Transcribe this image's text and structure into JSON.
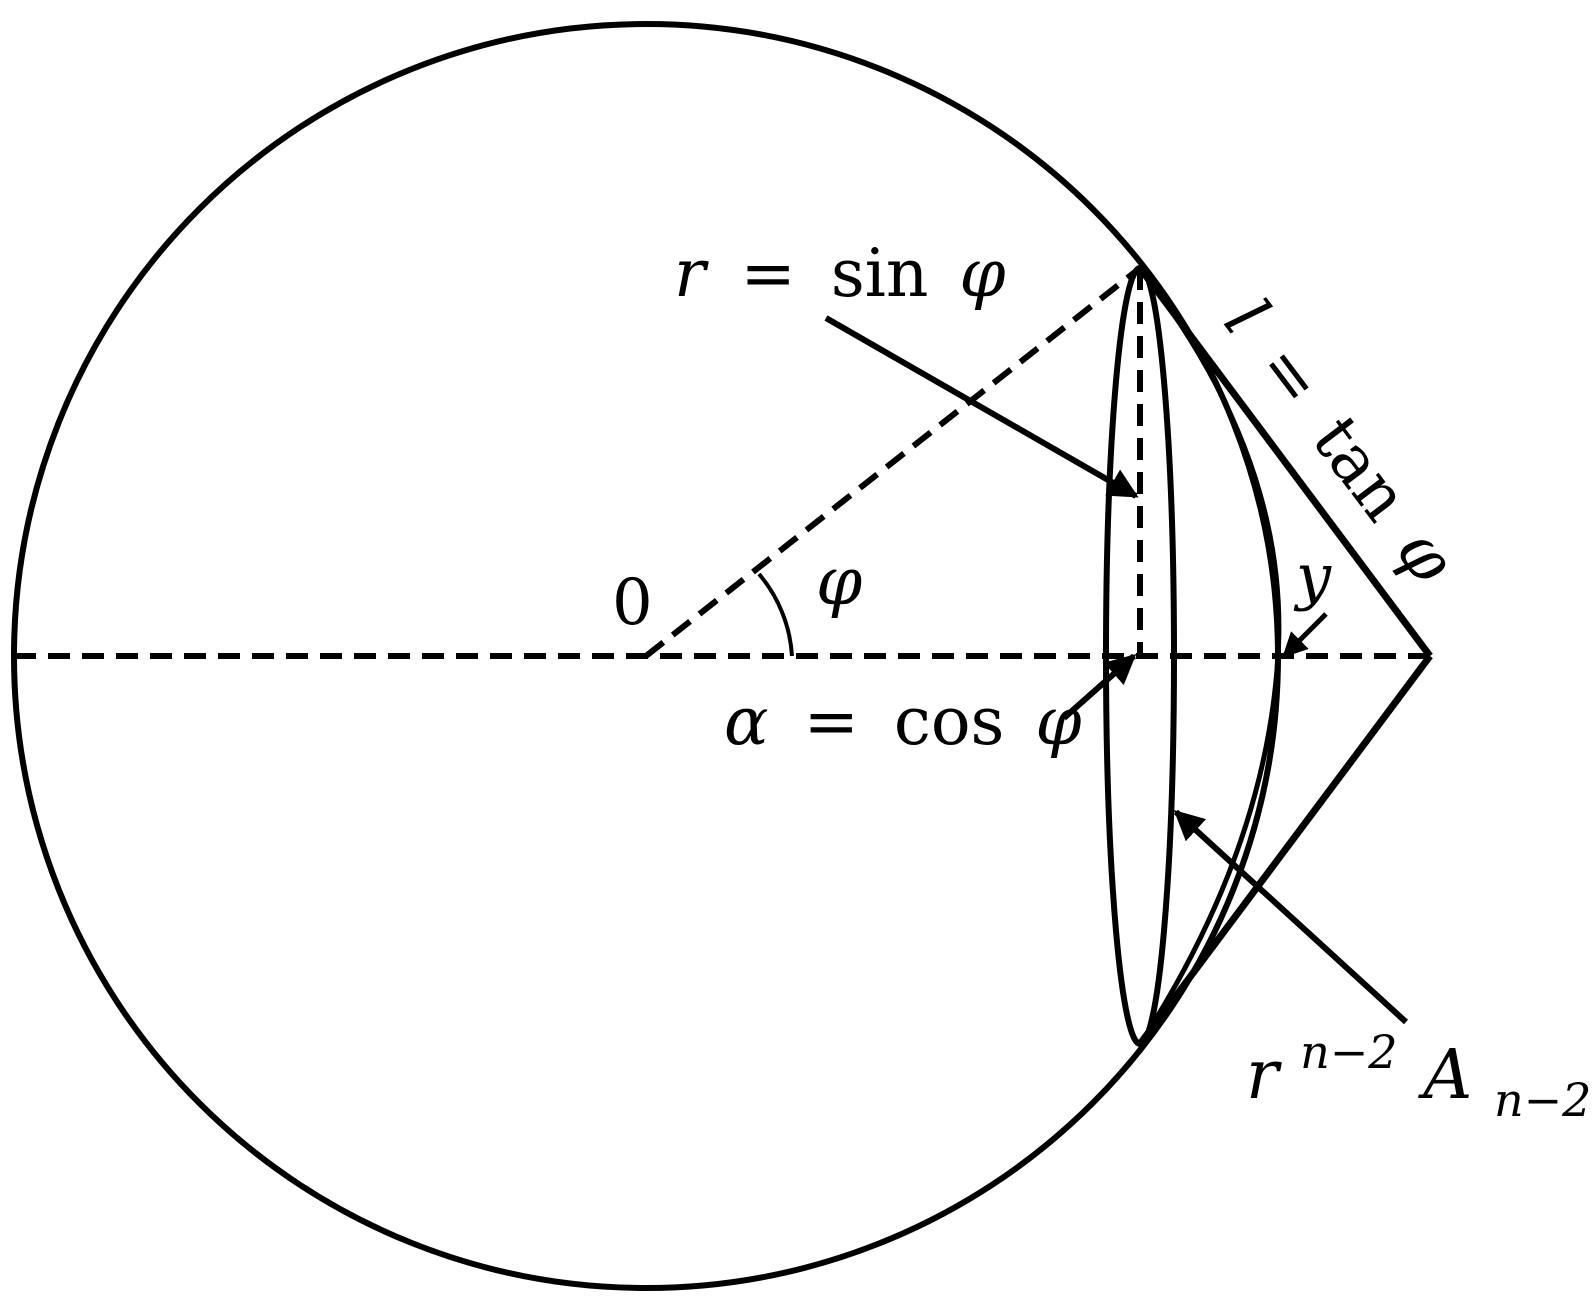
{
  "labels": {
    "origin": "0",
    "angle": "φ",
    "radius": {
      "var": "r",
      "eq": "=",
      "func": "sin",
      "arg": "φ"
    },
    "distance": {
      "var": "α",
      "eq": "=",
      "func": "cos",
      "arg": "φ"
    },
    "tangent": {
      "var": "l",
      "eq": "=",
      "func": "tan",
      "arg": "φ"
    },
    "height": "y",
    "area": {
      "base": "r",
      "sup": "n−2",
      "sym": "A",
      "sub": "n−2"
    }
  },
  "colors": {
    "stroke": "#000000",
    "background": "#ffffff"
  }
}
